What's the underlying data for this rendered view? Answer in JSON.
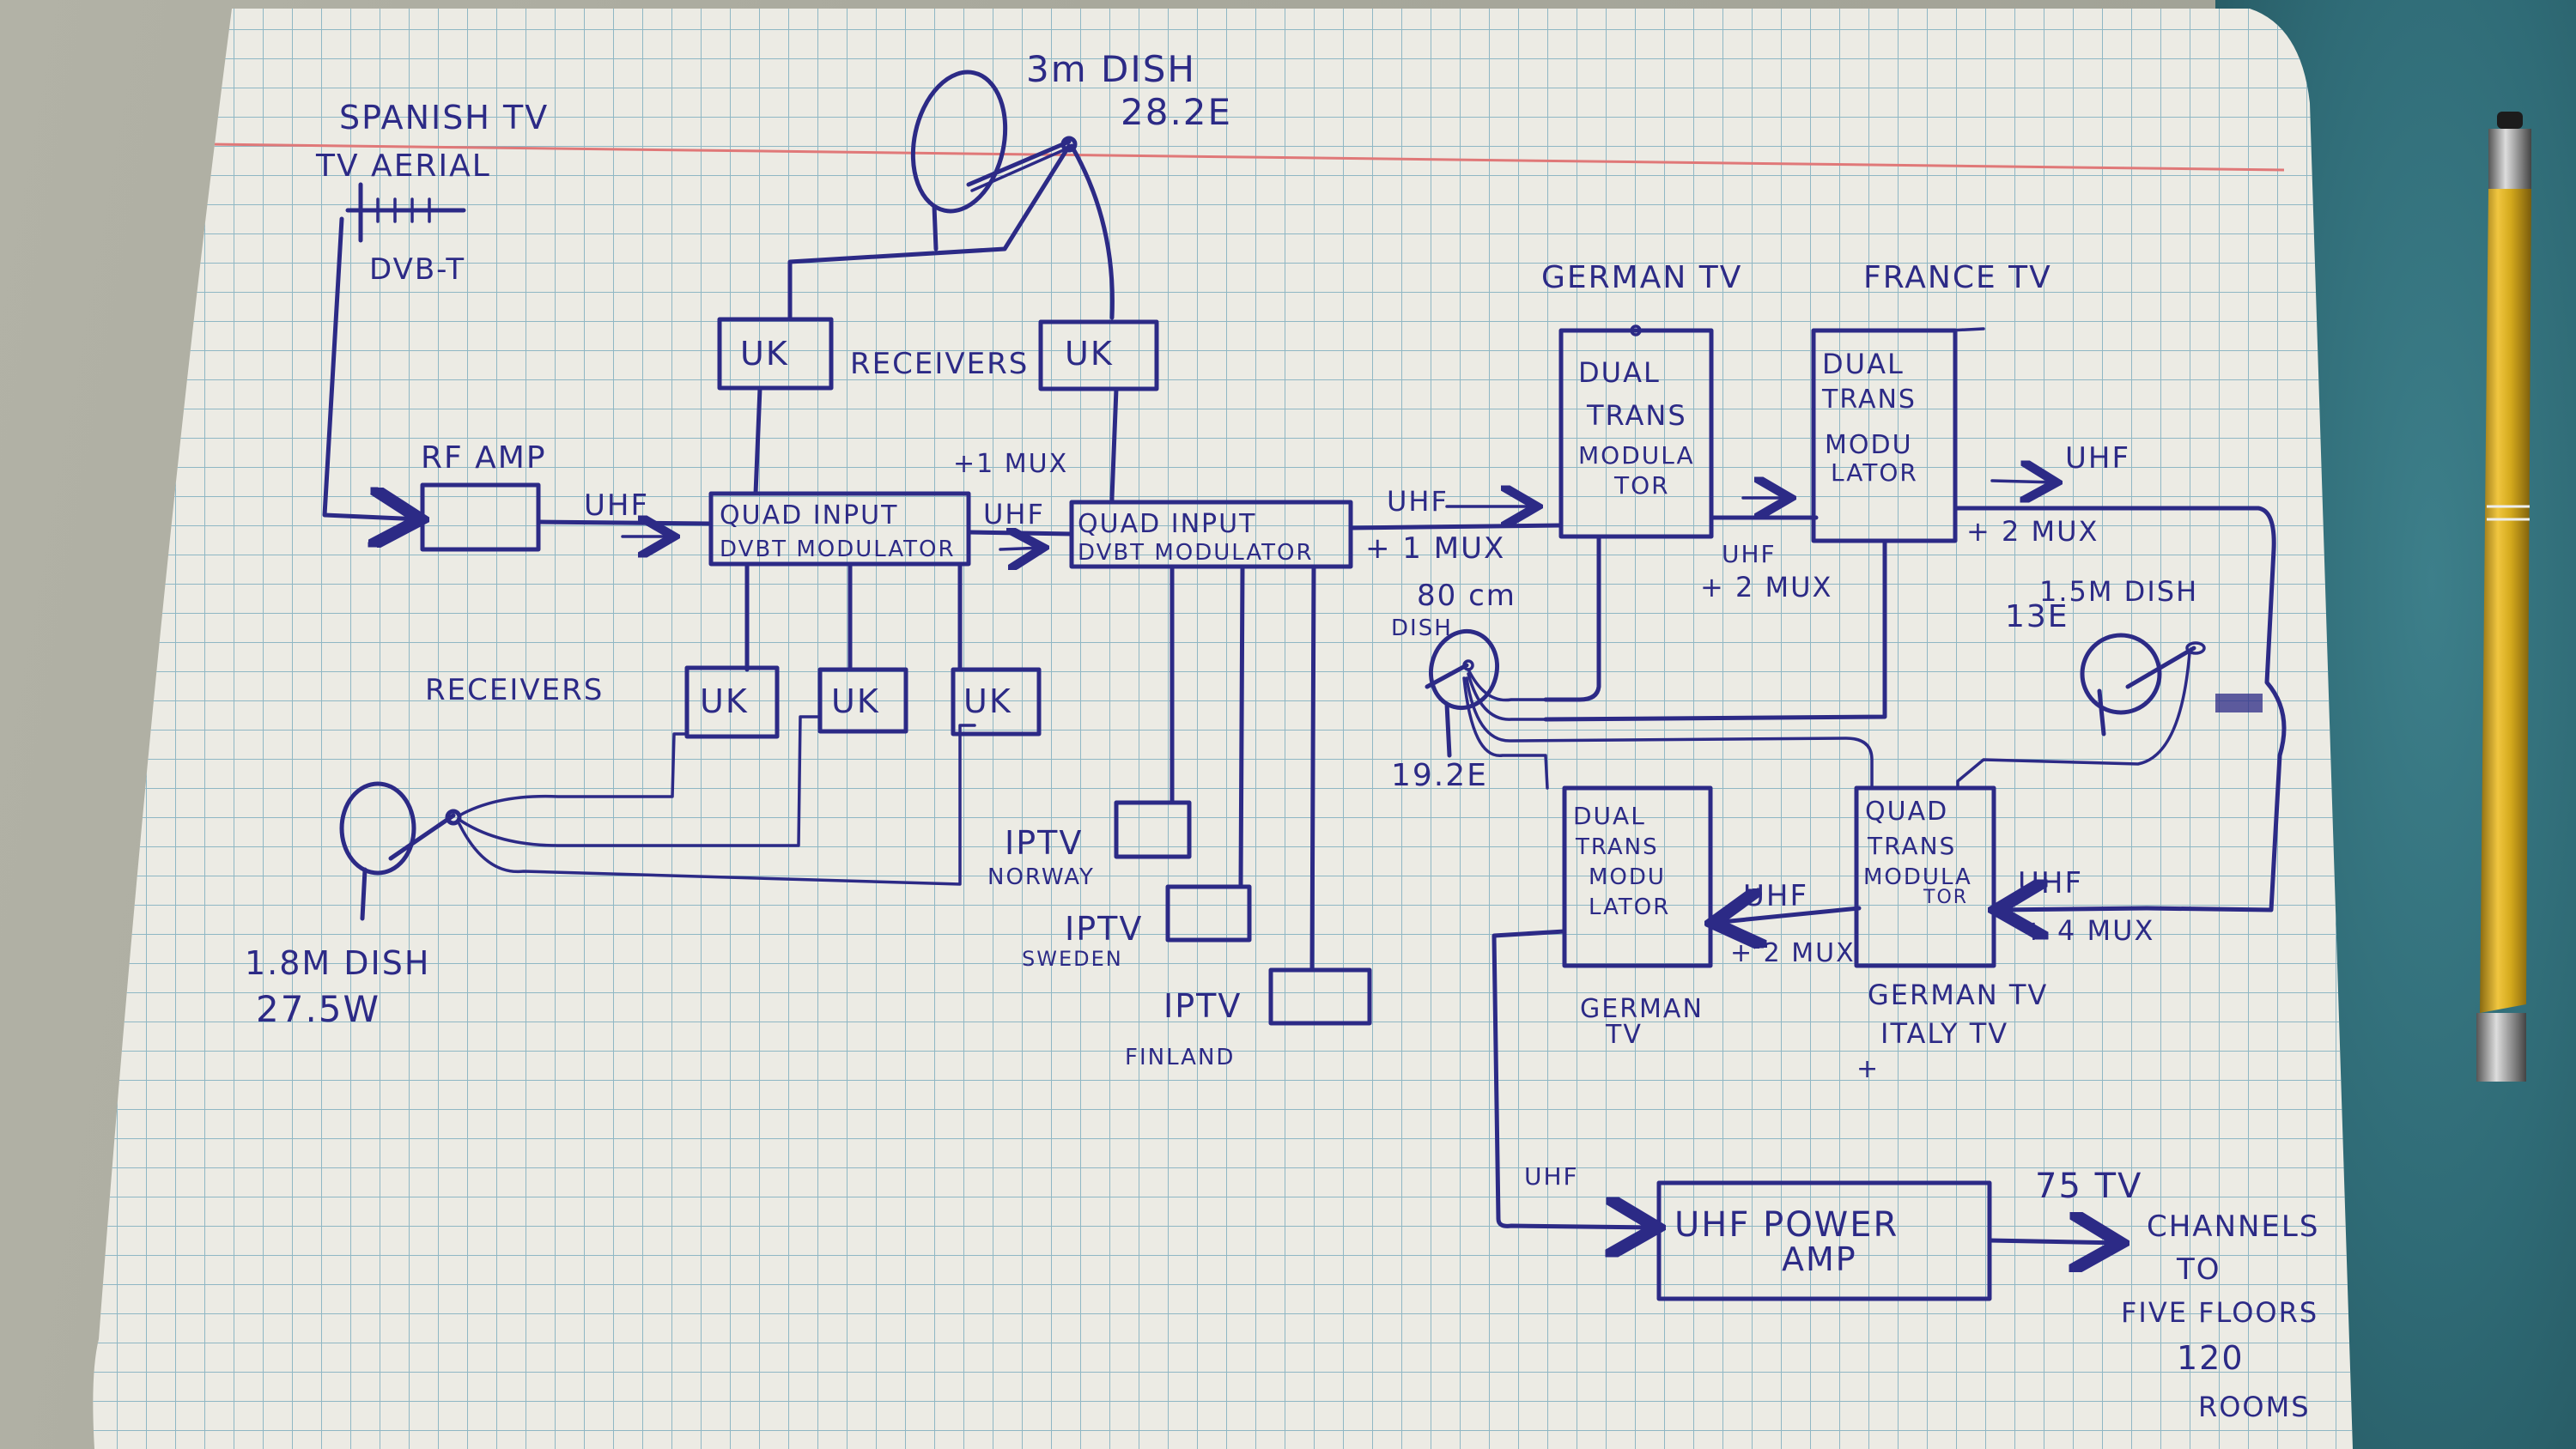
{
  "diagram": {
    "title": "Hotel TV distribution system (hand-drawn on graph paper)",
    "colors": {
      "ink": "#2c2a86",
      "paper": "#ecebe4",
      "grid": "#8fb7c4",
      "margin_line": "#e07878",
      "desk_right": "#2f6b76",
      "pen": "#d4a91c"
    },
    "sources": {
      "spanish_tv": {
        "title": "SPANISH TV",
        "subtitle": "TV AERIAL",
        "signal": "DVB-T"
      },
      "dish_3m": {
        "title": "3m DISH",
        "position": "28.2E"
      },
      "dish_18m": {
        "title": "1.8M DISH",
        "position": "27.5W"
      },
      "dish_80cm": {
        "title": "80 cm",
        "subtitle": "DISH",
        "position": "19.2E"
      },
      "dish_15m": {
        "title": "1.5M DISH",
        "position": "13E"
      }
    },
    "nodes": {
      "rf_amp": {
        "label": "RF AMP"
      },
      "uk_top_left": {
        "label": "UK"
      },
      "uk_top_right": {
        "label": "UK"
      },
      "receivers_top": {
        "label": "RECEIVERS"
      },
      "receivers_bottom": {
        "label": "RECEIVERS"
      },
      "uk_bottom_1": {
        "label": "UK"
      },
      "uk_bottom_2": {
        "label": "UK"
      },
      "uk_bottom_3": {
        "label": "UK"
      },
      "quad_mod_1": {
        "line1": "QUAD INPUT",
        "line2": "DVBT MODULATOR"
      },
      "quad_mod_2": {
        "line1": "QUAD INPUT",
        "line2": "DVBT MODULATOR"
      },
      "iptv_norway": {
        "label": "IPTV",
        "country": "NORWAY"
      },
      "iptv_sweden": {
        "label": "IPTV",
        "country": "SWEDEN"
      },
      "iptv_finland": {
        "label": "IPTV",
        "country": "FINLAND"
      },
      "german_trans": {
        "header": "GERMAN TV",
        "lines": [
          "DUAL",
          "TRANS",
          "MODULA",
          "TOR"
        ]
      },
      "france_trans": {
        "header": "FRANCE TV",
        "lines": [
          "DUAL",
          "TRANS",
          "MODU",
          "LATOR"
        ]
      },
      "german_trans_2": {
        "lines": [
          "DUAL",
          "TRANS",
          "MODU",
          "LATOR"
        ],
        "footer": [
          "GERMAN",
          "TV"
        ]
      },
      "quad_trans": {
        "lines": [
          "QUAD",
          "TRANS",
          "MODULA",
          "TOR"
        ],
        "footer": [
          "GERMAN TV",
          "ITALY TV",
          "+"
        ]
      },
      "uhf_power_amp": {
        "line1": "UHF POWER",
        "line2": "AMP"
      }
    },
    "edge_labels": {
      "rf_to_quad1": "UHF",
      "quad1_to_quad2": "UHF",
      "plus_1_mux_top": "+1 MUX",
      "quad2_out_uhf": "UHF",
      "quad2_out_mux": "+ 1 MUX",
      "german_out_uhf": "UHF",
      "german_out_mux": "+ 2 MUX",
      "france_out_uhf": "UHF",
      "france_out_mux": "+ 2 MUX",
      "quad_trans_in_uhf": "UHF",
      "quad_trans_in_mux": "+ 4 MUX",
      "german2_in_uhf": "UHF",
      "german2_in_mux": "+ 2 MUX",
      "to_amp": "UHF"
    },
    "output": {
      "line1": "75 TV",
      "line2": "CHANNELS",
      "line3": "TO",
      "line4": "FIVE FLOORS",
      "line5": "120",
      "line6": "ROOMS"
    }
  }
}
